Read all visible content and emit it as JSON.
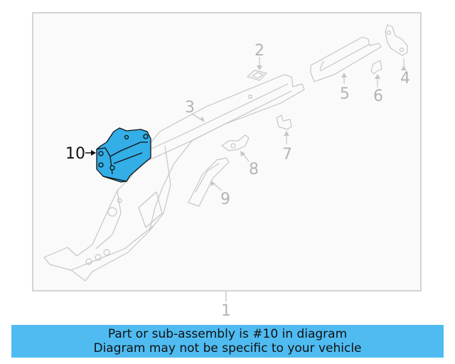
{
  "diagram": {
    "highlight_color": "#33aee6",
    "frame_color": "#d4d4d4",
    "callouts": [
      {
        "number": "1",
        "part": "rail-assembly"
      },
      {
        "number": "2",
        "part": "small-bracket"
      },
      {
        "number": "3",
        "part": "main-rail"
      },
      {
        "number": "4",
        "part": "mount-plate"
      },
      {
        "number": "5",
        "part": "extension-rail"
      },
      {
        "number": "6",
        "part": "tab-bracket"
      },
      {
        "number": "7",
        "part": "clip-bracket"
      },
      {
        "number": "8",
        "part": "round-bracket"
      },
      {
        "number": "9",
        "part": "reinforcement"
      },
      {
        "number": "10",
        "part": "mount-bracket-highlighted"
      }
    ]
  },
  "banner": {
    "line1": "Part or sub-assembly is #10 in diagram",
    "line2": "Diagram may not be specific to your vehicle",
    "background": "#4fbbf1"
  }
}
